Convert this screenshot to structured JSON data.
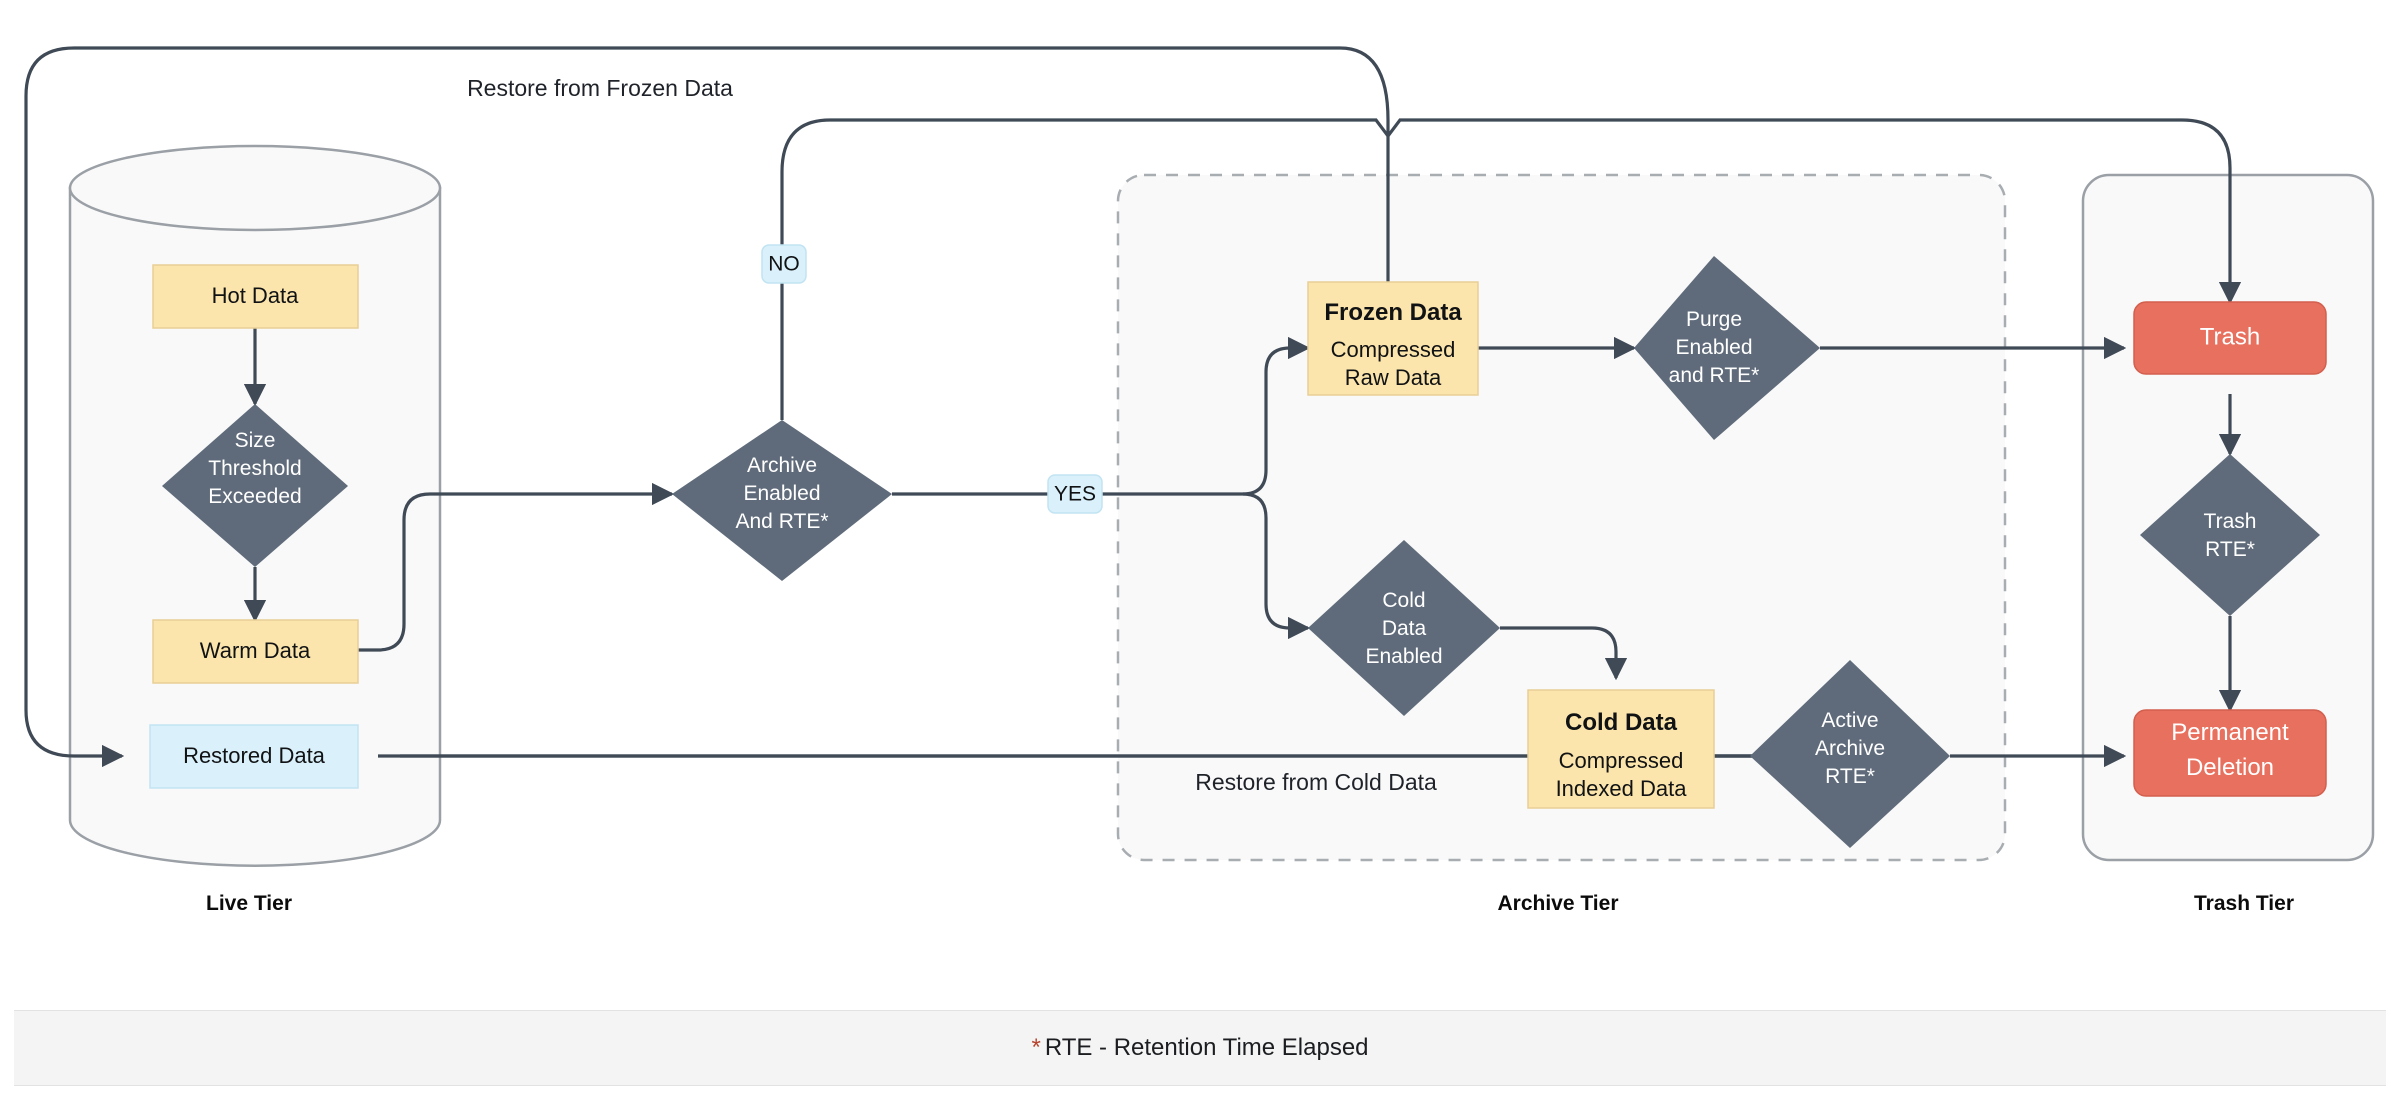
{
  "colors": {
    "warm_fill": "#fce5ac",
    "warm_stroke": "#e8cf96",
    "blue_fill": "#daf0fa",
    "blue_stroke": "#c2e4f2",
    "diamond_fill": "#5f6b7a",
    "red_fill": "#e8705f",
    "red_stroke": "#d35f4e",
    "edge_stroke": "#3f4a56",
    "tier_stroke": "#9aa0a6",
    "tier_fill": "#f9f9f9",
    "dashed_stroke": "#a8adb2",
    "footer_bg": "#f4f4f4",
    "asterisk": "#b5442f"
  },
  "tiers": [
    {
      "id": "live",
      "label": "Live Tier"
    },
    {
      "id": "archive",
      "label": "Archive Tier"
    },
    {
      "id": "trash",
      "label": "Trash Tier"
    }
  ],
  "nodes": {
    "hot_data": {
      "label": "Hot Data",
      "shape": "rect",
      "style": "warm"
    },
    "size_threshold": {
      "label": [
        "Size",
        "Threshold",
        "Exceeded"
      ],
      "shape": "diamond"
    },
    "warm_data": {
      "label": "Warm Data",
      "shape": "rect",
      "style": "warm"
    },
    "restored_data": {
      "label": "Restored Data",
      "shape": "rect",
      "style": "blue"
    },
    "archive_enabled": {
      "label": [
        "Archive",
        "Enabled",
        "And RTE*"
      ],
      "shape": "diamond"
    },
    "frozen_data": {
      "title": "Frozen Data",
      "sub": [
        "Compressed",
        "Raw Data"
      ],
      "shape": "rect",
      "style": "warm"
    },
    "purge_enabled": {
      "label": [
        "Purge",
        "Enabled",
        "and RTE*"
      ],
      "shape": "diamond"
    },
    "cold_enabled": {
      "label": [
        "Cold",
        "Data",
        "Enabled"
      ],
      "shape": "diamond"
    },
    "cold_data": {
      "title": "Cold Data",
      "sub": [
        "Compressed",
        "Indexed Data"
      ],
      "shape": "rect",
      "style": "warm"
    },
    "active_archive": {
      "label": [
        "Active",
        "Archive",
        "RTE*"
      ],
      "shape": "diamond"
    },
    "trash": {
      "label": "Trash",
      "shape": "rounded",
      "style": "red"
    },
    "trash_rte": {
      "label": [
        "Trash",
        "RTE*"
      ],
      "shape": "diamond"
    },
    "permanent_deletion": {
      "label": [
        "Permanent",
        "Deletion"
      ],
      "shape": "rounded",
      "style": "red"
    }
  },
  "edge_labels": {
    "no": "NO",
    "yes": "YES",
    "restore_frozen": "Restore from Frozen Data",
    "restore_cold": "Restore from Cold Data"
  },
  "footer": {
    "star": "*",
    "text": "RTE - Retention Time Elapsed"
  }
}
